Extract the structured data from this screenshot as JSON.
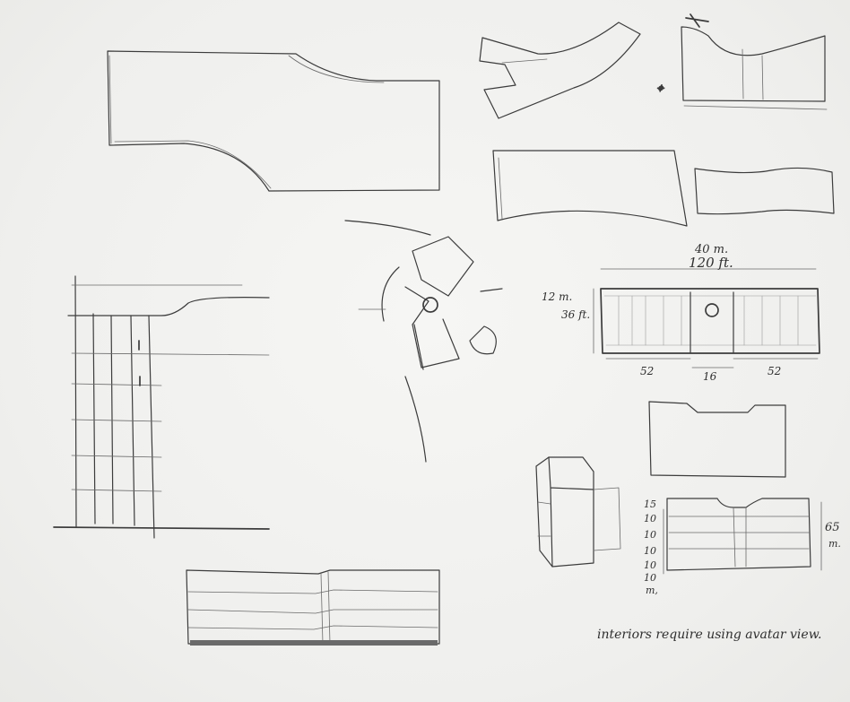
{
  "title": "Architectural pencil sketch sheet",
  "ink_color": "#3c3c3c",
  "paper_color": "#f1f1ef",
  "annotations": {
    "width_m": "40 m.",
    "width_ft": "120 ft.",
    "height_m": "12 m.",
    "height_ft": "36 ft.",
    "dim_left": "52",
    "dim_center": "16",
    "dim_right": "52",
    "floor_top": "15",
    "floor_1": "10",
    "floor_2": "10",
    "floor_3": "10",
    "floor_4": "10",
    "floor_5": "10",
    "floor_unit": "m,",
    "total_height": "65",
    "total_unit": "m.",
    "note": "interiors require using avatar view."
  }
}
